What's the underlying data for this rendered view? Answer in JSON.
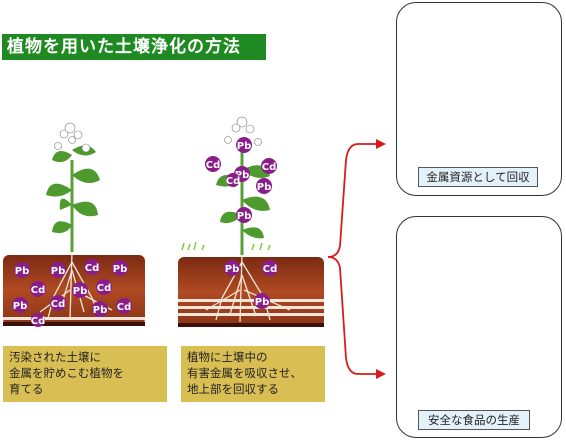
{
  "title": "植物を用いた土壌浄化の方法",
  "captions": {
    "step1": [
      "汚染された土壌に",
      "金属を貯めこむ植物を",
      "育てる"
    ],
    "step2": [
      "植物に土壌中の",
      "有害金属を吸収させ、",
      "地上部を回収する"
    ]
  },
  "outcomes": {
    "recovery": "金属資源として回収",
    "food": "安全な食品の生産"
  },
  "metals": {
    "lead": "Pb",
    "cadmium": "Cd"
  },
  "colors": {
    "title_bg": "#1e8a21",
    "caption_bg": "#d9bf53",
    "soil": "#9e3a1c",
    "metal_badge": "#8b1d8b",
    "arrow": "#d81b1b",
    "label_bg": "#e3f2fa"
  }
}
